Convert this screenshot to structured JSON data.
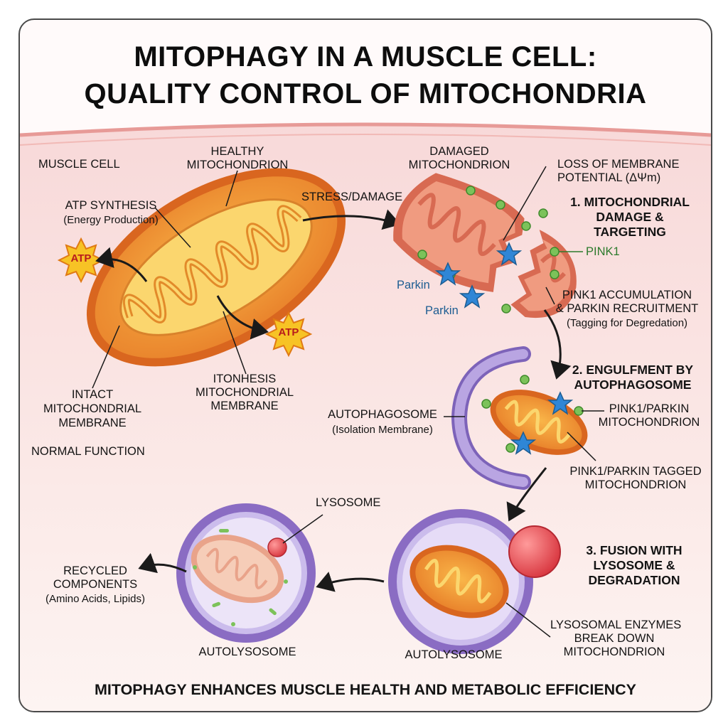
{
  "title": {
    "line1": "MITOPHAGY IN A MUSCLE CELL:",
    "line2": "QUALITY CONTROL OF MITOCHONDRIA"
  },
  "labels": {
    "muscle_cell": "MUSCLE CELL",
    "healthy_1": "HEALTHY",
    "healthy_2": "MITOCHONDRION",
    "atp_synthesis": "ATP SYNTHESIS",
    "energy_production": "(Energy Production)",
    "atp": "ATP",
    "intact_1": "INTACT",
    "intact_2": "MITOCHONDRIAL",
    "intact_3": "MEMBRANE",
    "normal_function": "NORMAL FUNCTION",
    "itonhesis_1": "ITONHESIS",
    "itonhesis_2": "MITOCHONDRIAL",
    "itonhesis_3": "MEMBRANE",
    "stress_damage": "STRESS/DAMAGE",
    "damaged_1": "DAMAGED",
    "damaged_2": "MITOCHONDRION",
    "loss_1": "LOSS OF MEMBRANE",
    "loss_2": "POTENTIAL (ΔΨm)",
    "step1_1": "1. MITOCHONDRIAL",
    "step1_2": "DAMAGE &",
    "step1_3": "TARGETING",
    "pink1": "PINK1",
    "parkin": "Parkin",
    "accum_1": "PINK1 ACCUMULATION",
    "accum_2": "& PARKIN RECRUITMENT",
    "accum_3": "(Tagging for Degredation)",
    "step2_1": "2. ENGULFMENT BY",
    "step2_2": "AUTOPHAGOSOME",
    "autophagosome": "AUTOPHAGOSOME",
    "isolation": "(Isolation Membrane)",
    "pp_mito_1": "PINK1/PARKIN",
    "pp_mito_2": "MITOCHONDRION",
    "pp_tag_1": "PINK1/PARKIN TAGGED",
    "pp_tag_2": "MITOCHONDRION",
    "lysosome": "LYSOSOME",
    "step3_1": "3. FUSION WITH",
    "step3_2": "LYSOSOME &",
    "step3_3": "DEGRADATION",
    "enzymes_1": "LYSOSOMAL ENZYMES",
    "enzymes_2": "BREAK DOWN",
    "enzymes_3": "MITOCHONDRION",
    "recycled_1": "RECYCLED",
    "recycled_2": "COMPONENTS",
    "recycled_3": "(Amino Acids, Lipids)",
    "autolysosome_left": "AUTOLYSOSOME",
    "autolysosome_right": "AUTOLYSOSOME"
  },
  "footer": "MITOPHAGY ENHANCES MUSCLE HEALTH AND METABOLIC EFFICIENCY",
  "colors": {
    "outer_membrane": "#e8842a",
    "inner_cristae": "#f6b83a",
    "damaged_mito": "#e97f63",
    "pink1": "#7cc25a",
    "parkin": "#2f86d6",
    "autophagosome": "#9d84cf",
    "lysosome": "#e0434b",
    "cell_bg": "#f8dcdc"
  }
}
